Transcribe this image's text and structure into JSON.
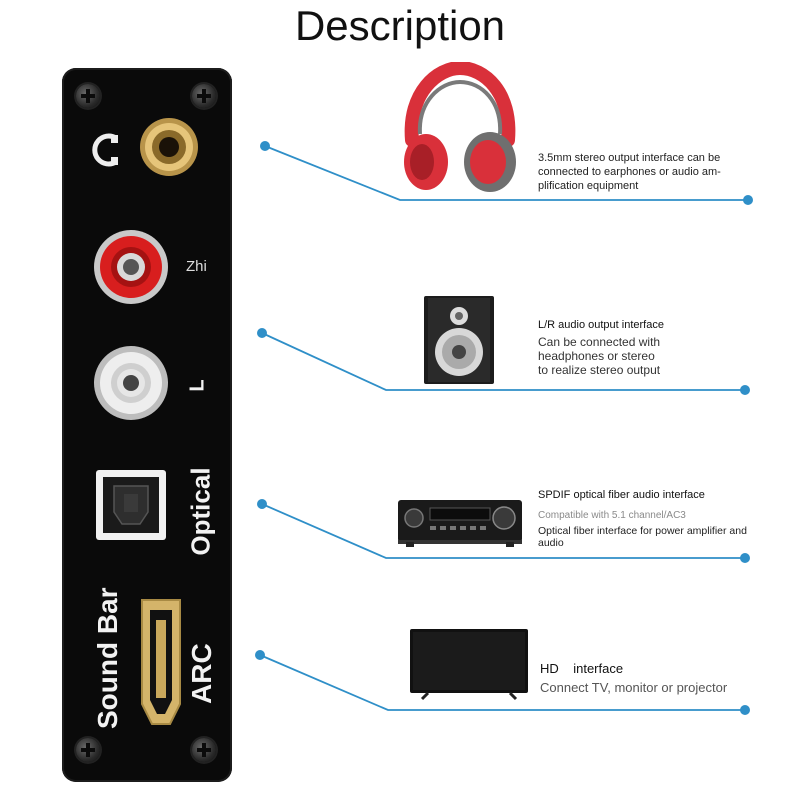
{
  "title": "Description",
  "panel": {
    "labels": {
      "rca_right": "Zhi",
      "rca_left": "L",
      "optical": "Optical",
      "arc": "ARC",
      "soundbar": "Sound Bar"
    }
  },
  "descriptions": {
    "headphone": {
      "lines": [
        "3.5mm stereo output interface can be",
        "connected to earphones or audio am-",
        "plification equipment"
      ]
    },
    "speaker": {
      "title": "L/R audio output interface",
      "lines": [
        "Can be connected with",
        "headphones or stereo",
        "to realize stereo output"
      ]
    },
    "receiver": {
      "title": "SPDIF optical fiber audio interface",
      "subtitle": "Compatible with 5.1 channel/AC3",
      "lines": [
        "Optical fiber interface for power amplifier and",
        "audio"
      ]
    },
    "tv": {
      "title": "HD    interface",
      "line": "Connect TV, monitor or projector"
    }
  },
  "colors": {
    "leader_line": "#2f8fc8",
    "panel": "#0a0a0a",
    "headphone_red": "#d9303a",
    "headphone_gray": "#707070",
    "rca_red": "#d81e1e"
  },
  "icons": [
    "headphones-icon",
    "speaker-icon",
    "av-receiver-icon",
    "tv-icon",
    "headphone-jack-icon",
    "optical-port-icon",
    "hdmi-port-icon"
  ]
}
